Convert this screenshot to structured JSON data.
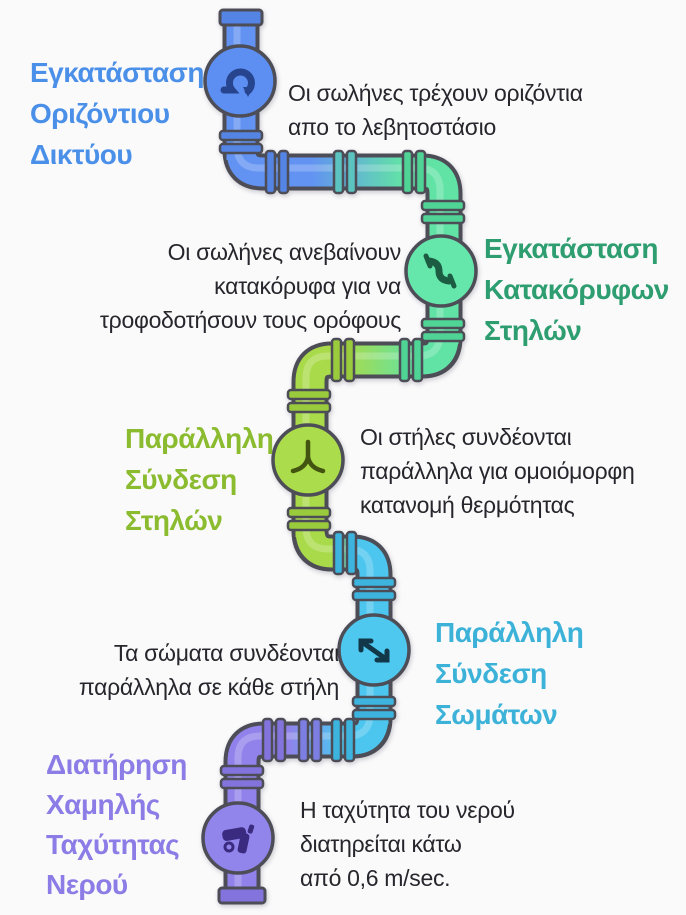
{
  "infographic": {
    "background_color": "#fafafb",
    "pipe_outline_color": "#4d4d57",
    "steps": [
      {
        "label": "Εγκατάσταση\nΟριζόντιου\nΔικτύου",
        "label_color": "#4a8fe8",
        "label_side": "left",
        "description": "Οι σωλήνες τρέχουν οριζόντια\nαπο το λεβητοστάσιο",
        "pipe_color": "#6293f2",
        "icon": "elbow-pipe-arrow-icon"
      },
      {
        "label": "Εγκατάσταση\nΚατακόρυφων\nΣτηλών",
        "label_color": "#2e9e71",
        "label_side": "right",
        "description": "Οι σωλήνες ανεβαίνουν\nκατακόρυφα για να\nτροφοδοτήσουν τους ορόφους",
        "pipe_color": "#62e3a6",
        "icon": "s-pipe-icon"
      },
      {
        "label": "Παράλληλη\nΣύνδεση\nΣτηλών",
        "label_color": "#8bbb2f",
        "label_side": "left",
        "description": "Οι στήλες συνδέονται\nπαράλληλα για ομοιόμορφη\nκατανομή θερμότητας",
        "pipe_color": "#a9da49",
        "icon": "branch-split-icon"
      },
      {
        "label": "Παράλληλη\nΣύνδεση\nΣωμάτων",
        "label_color": "#3cb2d8",
        "label_side": "right",
        "description": "Τα σώματα συνδέονται\nπαράλληλα σε κάθε στήλη",
        "pipe_color": "#4cc6ef",
        "icon": "double-arrow-icon"
      },
      {
        "label": "Διατήρηση\nΧαμηλής\nΤαχύτητας\nΝερού",
        "label_color": "#8b7ce6",
        "label_side": "left",
        "description": "Η ταχύτητα του νερού\nδιατηρείται κάτω\nαπό 0,6 m/sec.",
        "pipe_color": "#9082ea",
        "icon": "faucet-icon"
      }
    ]
  }
}
